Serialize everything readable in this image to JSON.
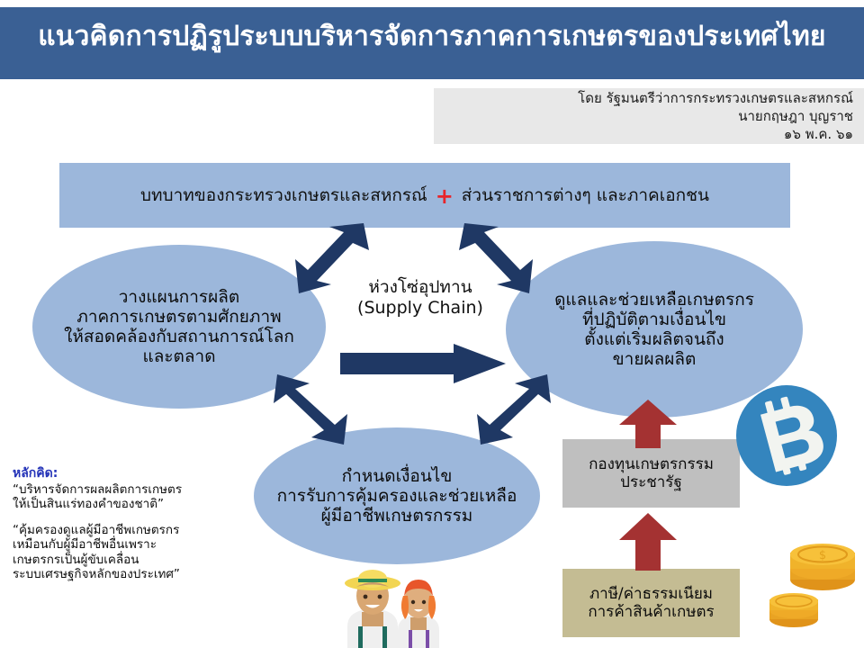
{
  "header": {
    "title": "แนวคิดการปฏิรูประบบบริหารจัดการภาคการเกษตรของประเทศไทย",
    "bar_color": "#3A6094"
  },
  "author": {
    "line1": "โดย รัฐมนตรีว่าการกระทรวงเกษตรและสหกรณ์",
    "line2": "นายกฤษฎา บุญราช",
    "line3": "๑๖ พ.ค. ๖๑",
    "bg_color": "#E8E8E8"
  },
  "banner": {
    "left_text": "บทบาทของกระทรวงเกษตรและสหกรณ์",
    "plus": "+",
    "right_text": "ส่วนราชการต่างๆ และภาคเอกชน",
    "bg_color": "#9CB7DB",
    "plus_color": "#E8242A"
  },
  "ellipses": {
    "left": {
      "line1": "วางแผนการผลิต",
      "line2": "ภาคการเกษตรตามศักยภาพ",
      "line3": "ให้สอดคล้องกับสถานการณ์โลก",
      "line4": "และตลาด"
    },
    "right": {
      "line1": "ดูแลและช่วยเหลือเกษตรกร",
      "line2": "ที่ปฏิบัติตามเงื่อนไข",
      "line3": "ตั้งแต่เริ่มผลิตจนถึง",
      "line4": "ขายผลผลิต"
    },
    "bottom": {
      "line1": "กำหนดเงื่อนไข",
      "line2": "การรับการคุ้มครองและช่วยเหลือ",
      "line3": "ผู้มีอาชีพเกษตรกรรม"
    },
    "fill_color": "#9CB7DB"
  },
  "center": {
    "label_th": "ห่วงโซ่อุปทาน",
    "label_en": "(Supply Chain)",
    "arrow_color": "#1F3864"
  },
  "right_boxes": {
    "fund": {
      "line1": "กองทุนเกษตรกรรม",
      "line2": "ประชารัฐ",
      "bg_color": "#BFBFBF"
    },
    "tax": {
      "line1": "ภาษี/ค่าธรรมเนียม",
      "line2": "การค้าสินค้าเกษตร",
      "bg_color": "#C4BC93"
    },
    "arrow_color": "#A43232"
  },
  "principles": {
    "heading": "หลักคิด:",
    "heading_color": "#2433B8",
    "quote1_line1": "“บริหารจัดการผลผลิตการเกษตร",
    "quote1_line2": "ให้เป็นสินแร่ทองคำของชาติ”",
    "quote2_line1": "“คุ้มครองดูแลผู้มีอาชีพเกษตรกร",
    "quote2_line2": "เหมือนกับผู้มีอาชีพอื่นเพราะ",
    "quote2_line3": "เกษตรกรเป็นผู้ขับเคลื่อน",
    "quote2_line4": "ระบบเศรษฐกิจหลักของประเทศ”"
  },
  "icons": {
    "bitcoin": "bitcoin-icon",
    "bitcoin_color": "#3485BE",
    "coins": "gold-coins-icon",
    "coins_color": "#F5B324",
    "farmers": "farmer-couple-icon"
  }
}
